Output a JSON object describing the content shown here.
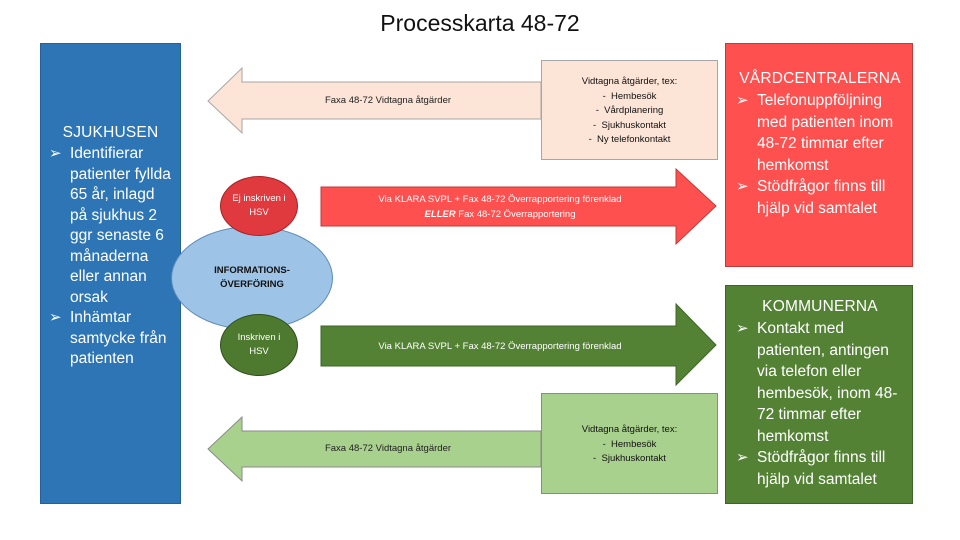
{
  "title": "Processkarta 48-72",
  "sjukhusen": {
    "heading": "SJUKHUSEN",
    "items": [
      "Identifierar patienter fyllda 65 år, inlagd på sjukhus 2 ggr senaste 6 månaderna eller annan orsak",
      "Inhämtar samtycke från patienten"
    ]
  },
  "vardcentralerna": {
    "heading": "VÅRDCENTRALERNA",
    "items": [
      "Telefonuppföljning med patienten inom 48-72 timmar efter hemkomst",
      "Stödfrågor finns till hjälp vid samtalet"
    ]
  },
  "kommunerna": {
    "heading": "KOMMUNERNA",
    "items": [
      "Kontakt med patienten, antingen via telefon eller hembesök, inom 48-72 timmar efter hemkomst",
      "Stödfrågor finns till hjälp vid samtalet"
    ]
  },
  "note_top": {
    "heading": "Vidtagna åtgärder, tex:",
    "items": [
      "Hembesök",
      "Vårdplanering",
      "Sjukhuskontakt",
      "Ny telefonkontakt"
    ]
  },
  "note_bottom": {
    "heading": "Vidtagna åtgärder, tex:",
    "items": [
      "Hembesök",
      "Sjukhuskontakt"
    ]
  },
  "arrows": {
    "top_left": "Faxa 48-72 Vidtagna åtgärder",
    "red_right_line1": "Via KLARA SVPL + Fax 48-72 Överrapportering förenklad",
    "red_right_eller": "ELLER",
    "red_right_line2": " Fax 48-72 Överrapportering",
    "green_right": "Via KLARA SVPL + Fax 48-72 Överrapportering förenklad",
    "bottom_left": "Faxa 48-72 Vidtagna åtgärder"
  },
  "circles": {
    "information": "INFORMATIONS-ÖVERFÖRING",
    "ej_inskriven": "Ej inskriven i HSV",
    "inskriven": "Inskriven i HSV"
  },
  "bullet_marker": "➢",
  "dash_marker": "-",
  "colors": {
    "sjukhusen": "#2e75b6",
    "vardcentralerna": "#ff5050",
    "kommunerna": "#548235",
    "arrow_peach": "#fce4d6",
    "arrow_red": "#ff5050",
    "arrow_green": "#548235",
    "arrow_lightgreen": "#a9d18e",
    "information": "#9dc3e6"
  }
}
